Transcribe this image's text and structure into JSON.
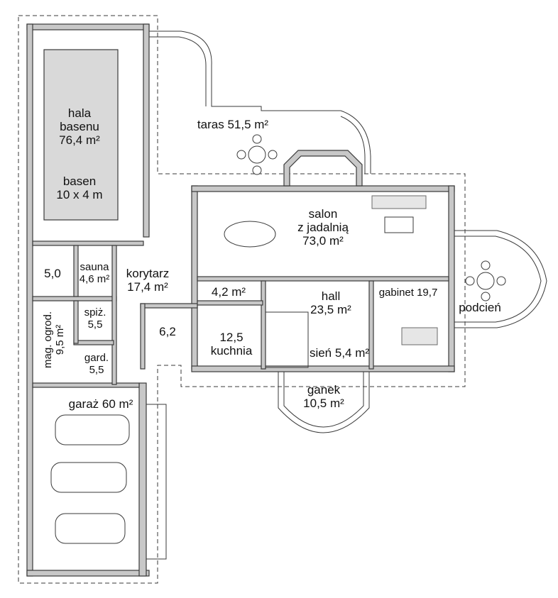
{
  "rooms": {
    "pool_hall": [
      "hala",
      "basenu",
      "76,4 m²"
    ],
    "pool": [
      "basen",
      "10 x 4 m"
    ],
    "terrace": "taras 51,5 m²",
    "salon": [
      "salon",
      "z jadalnią",
      "73,0 m²"
    ],
    "bath_5": "5,0",
    "sauna": [
      "sauna",
      "4,6 m²"
    ],
    "corridor": [
      "korytarz",
      "17,4 m²"
    ],
    "small_hall": "4,2 m²",
    "hall": [
      "hall",
      "23,5 m²"
    ],
    "study": "gabinet 19,7",
    "portico": "podcień",
    "pantry": [
      "spiż.",
      "5,5"
    ],
    "garden_store": [
      "mag. ogrod.",
      "9,5 m²"
    ],
    "wc": "6,2",
    "kitchen": [
      "12,5",
      "kuchnia"
    ],
    "vestibule": "sień 5,4 m²",
    "wardrobe": [
      "gard.",
      "5,5"
    ],
    "porch": [
      "ganek",
      "10,5 m²"
    ],
    "garage": "garaż 60 m²"
  }
}
